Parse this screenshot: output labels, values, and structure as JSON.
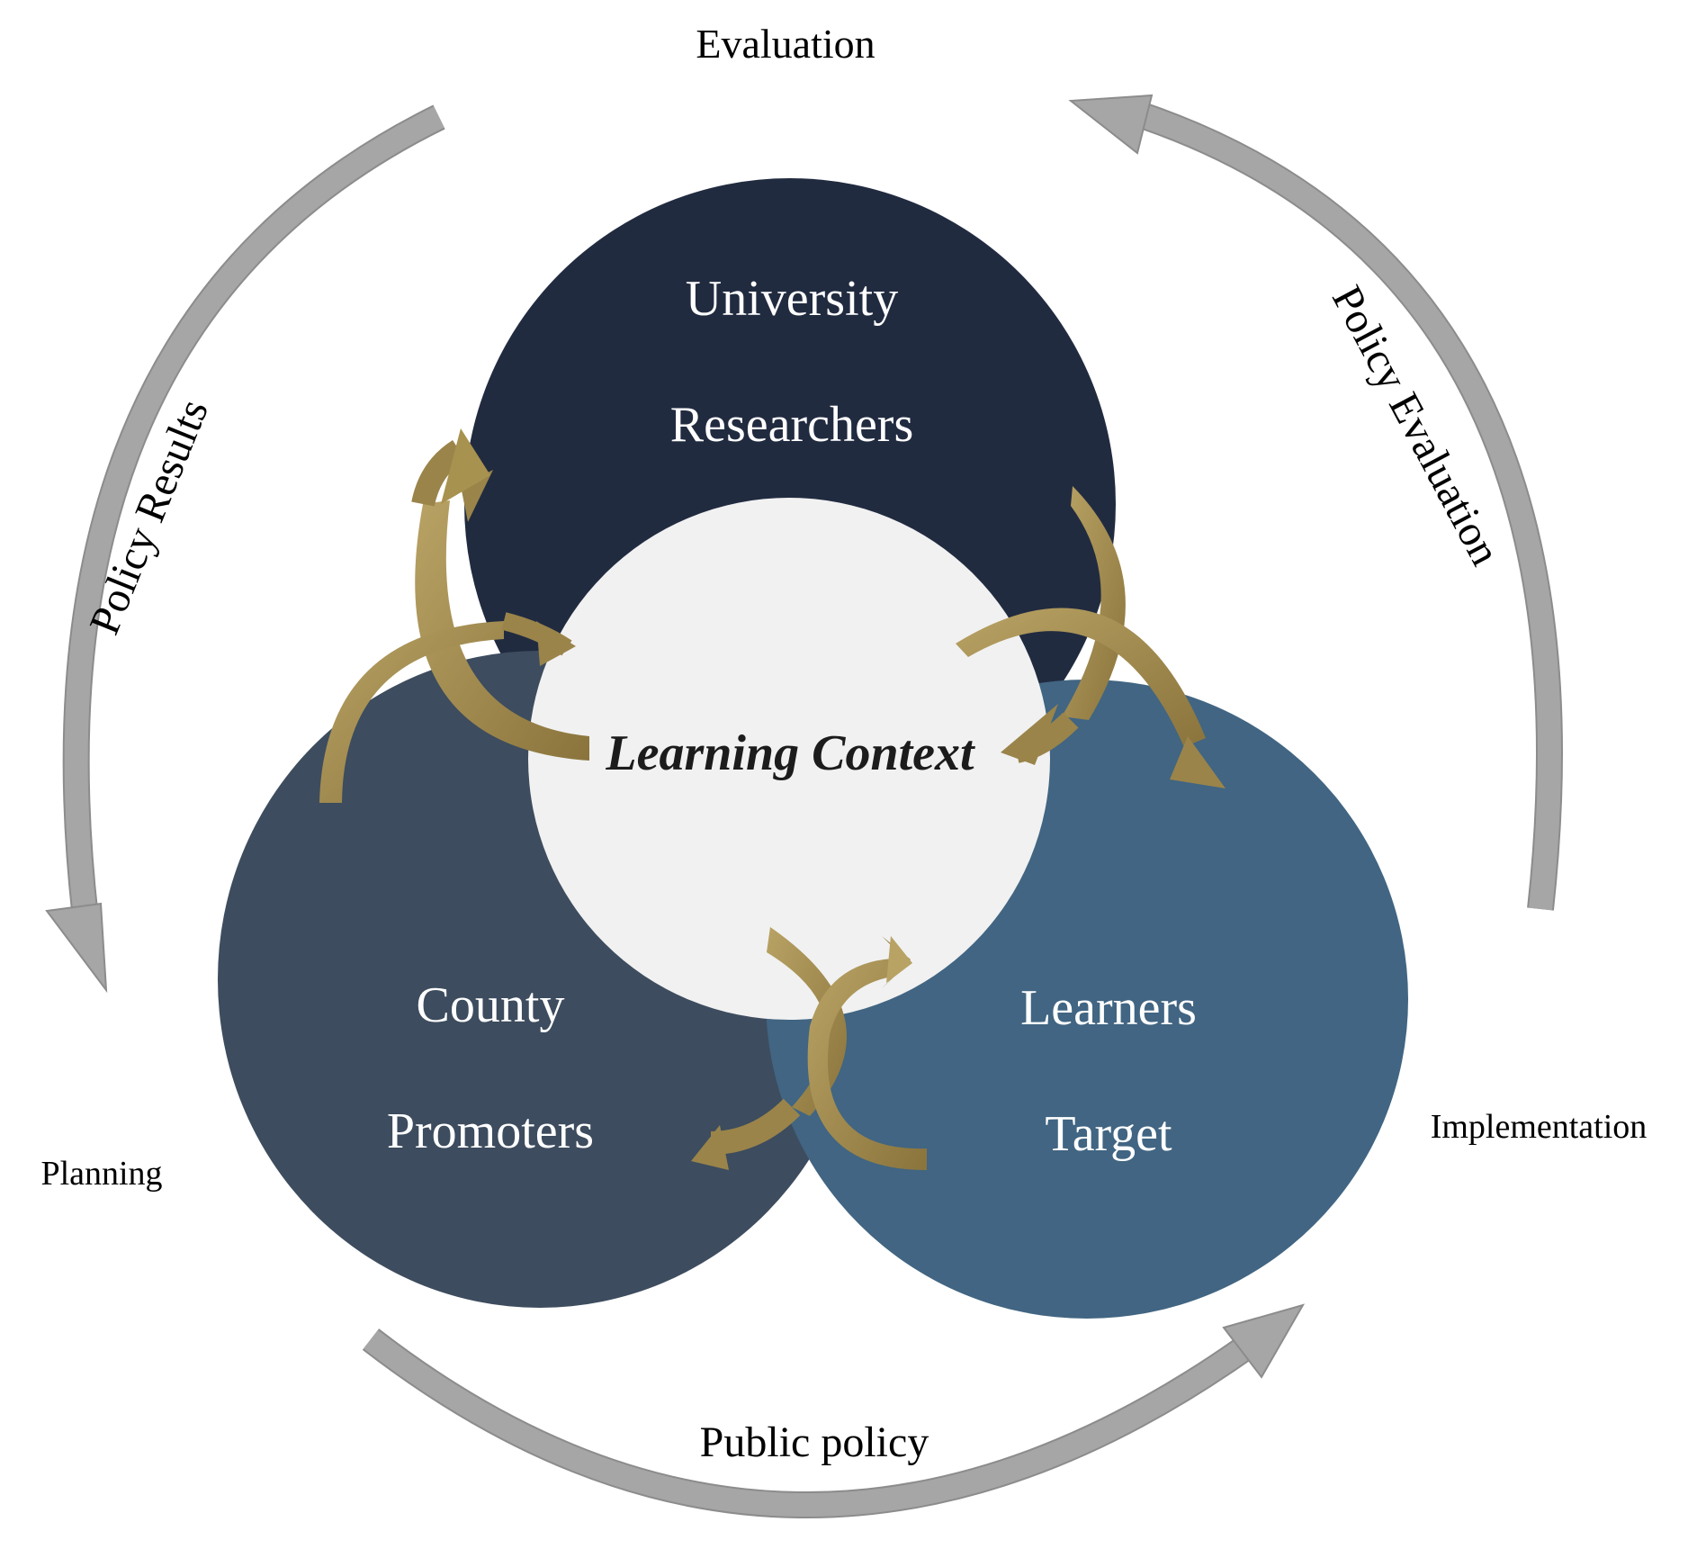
{
  "diagram": {
    "stages": {
      "evaluation": "Evaluation",
      "planning": "Planning",
      "implementation": "Implementation"
    },
    "cycle_arrows": {
      "left": "Policy Results",
      "right": "Policy Evaluation",
      "bottom": "Public policy"
    },
    "circles": {
      "top": {
        "line1": "University",
        "line2": "Researchers",
        "color": "#212b40"
      },
      "left": {
        "line1": "County",
        "line2": "Promoters",
        "color": "#3d4c5e"
      },
      "right": {
        "line1": "Learners",
        "line2": "Target",
        "color": "#416582"
      },
      "center": {
        "label": "Learning Context",
        "color": "#f1f1f1"
      }
    },
    "colors": {
      "cycle_arrow": "#a6a6a6",
      "cycle_arrow_stroke": "#8c8c8c",
      "flow_arrow": "#9a844a",
      "flow_arrow_light": "#b8a264"
    }
  }
}
